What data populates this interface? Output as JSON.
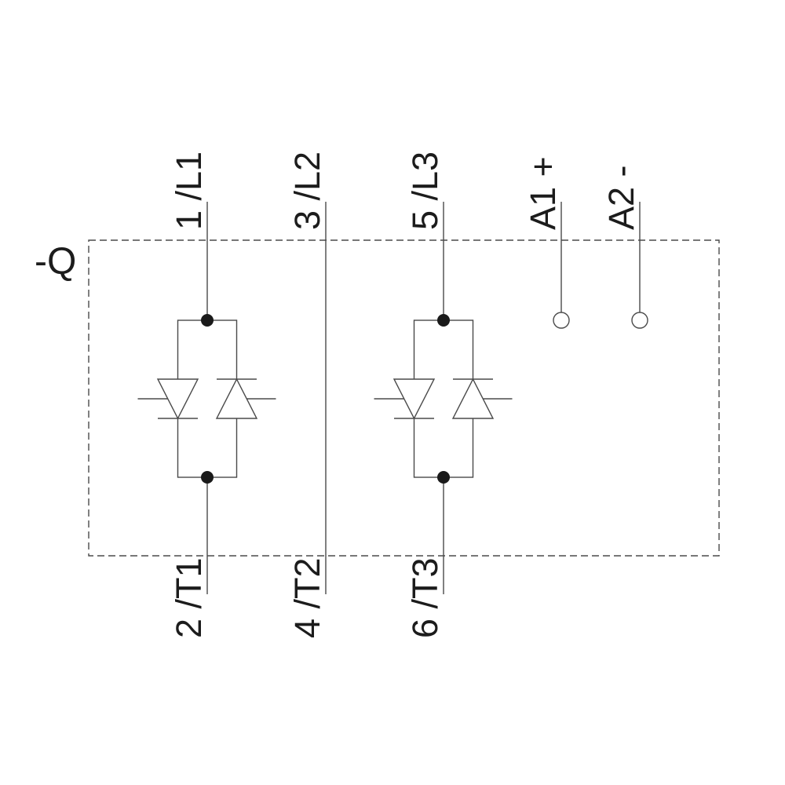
{
  "diagram": {
    "device_designation": "-Q",
    "terminals": {
      "top": [
        "1 /L1",
        "3 /L2",
        "5 /L3",
        "A1 +",
        "A2 -"
      ],
      "bottom": [
        "2 /T1",
        "4 /T2",
        "6 /T3"
      ]
    },
    "colors": {
      "line": "#4a4a4a",
      "text": "#1c1c1c",
      "dot": "#1a1a1a",
      "background": "#ffffff"
    }
  }
}
